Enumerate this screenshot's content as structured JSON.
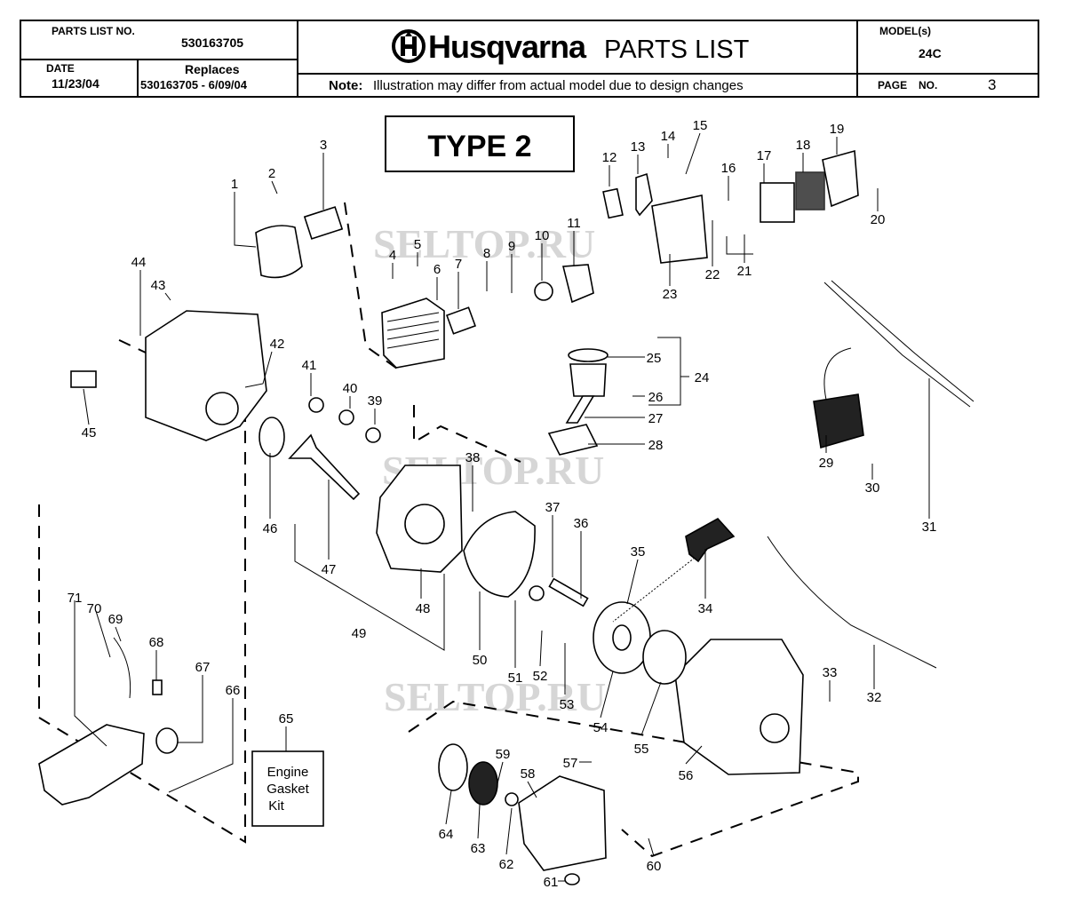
{
  "header": {
    "parts_list_no_label": "PARTS LIST NO.",
    "parts_list_no": "530163705",
    "date_label": "DATE",
    "date": "11/23/04",
    "replaces_label": "Replaces",
    "replaces": "530163705 - 6/09/04",
    "brand": "Husqvarna",
    "title": "PARTS LIST",
    "note_label": "Note:",
    "note": "Illustration may differ from actual model due to design changes",
    "model_label": "MODEL(s)",
    "model": "24C",
    "page_label": "PAGE",
    "page_no_label": "NO.",
    "page_no": "3"
  },
  "diagram": {
    "type_label": "TYPE 2",
    "kit_label": [
      "Engine",
      "Gasket",
      "Kit"
    ],
    "watermark": "SELTOP.RU",
    "callouts": [
      "1",
      "2",
      "3",
      "4",
      "5",
      "6",
      "7",
      "8",
      "9",
      "10",
      "11",
      "12",
      "13",
      "14",
      "15",
      "16",
      "17",
      "18",
      "19",
      "20",
      "21",
      "22",
      "23",
      "24",
      "25",
      "26",
      "27",
      "28",
      "29",
      "30",
      "31",
      "32",
      "33",
      "34",
      "35",
      "36",
      "37",
      "38",
      "39",
      "40",
      "41",
      "42",
      "43",
      "44",
      "45",
      "46",
      "47",
      "48",
      "49",
      "50",
      "51",
      "52",
      "53",
      "54",
      "55",
      "56",
      "57",
      "58",
      "59",
      "60",
      "61",
      "62",
      "63",
      "64",
      "65",
      "66",
      "67",
      "68",
      "69",
      "70",
      "71"
    ]
  }
}
